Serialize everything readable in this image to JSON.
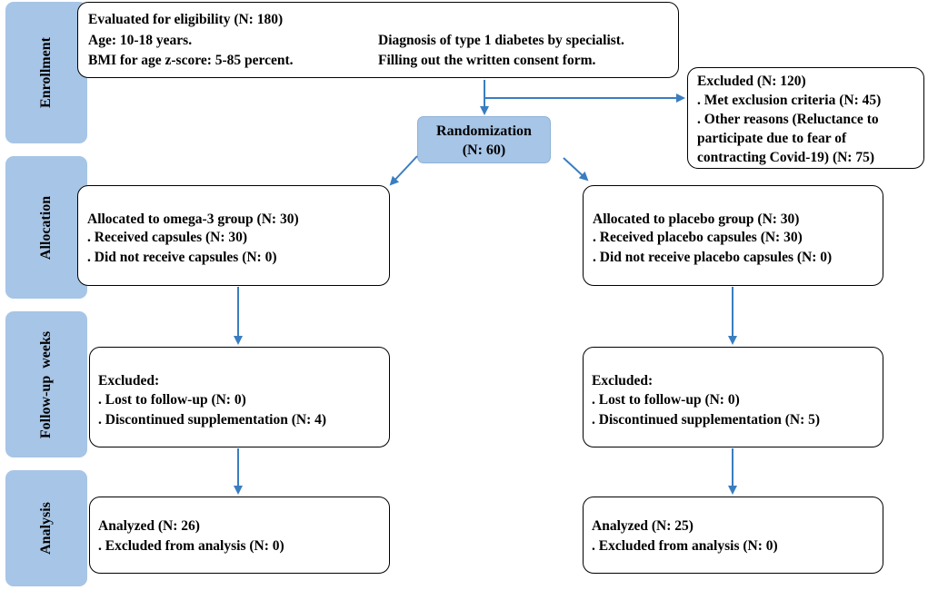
{
  "stages": {
    "enrollment": "Enrollment",
    "allocation": "Allocation",
    "followup": "Follow-up  weeks",
    "analysis": "Analysis"
  },
  "enrollment_box": {
    "line1": "Evaluated for eligibility (N: 180)",
    "age": "Age: 10-18 years.",
    "diagnosis": "Diagnosis of type 1 diabetes by specialist.",
    "bmi": "BMI for age z-score: 5-85 percent.",
    "consent": "Filling out the written consent form."
  },
  "excluded_box": {
    "title": "Excluded (N: 120)",
    "line1": ". Met exclusion criteria (N: 45)",
    "line2": ". Other reasons (Reluctance to",
    "line3": "participate due to fear of",
    "line4": "contracting Covid-19) (N: 75)"
  },
  "randomization": {
    "title": "Randomization",
    "count": "(N: 60)"
  },
  "left": {
    "alloc_title": "Allocated to omega-3 group (N: 30)",
    "alloc_line1": ". Received capsules (N: 30)",
    "alloc_line2": ". Did not receive  capsules (N: 0)",
    "fu_title": "Excluded:",
    "fu_line1": ". Lost to follow-up (N: 0)",
    "fu_line2": ". Discontinued supplementation (N: 4)",
    "an_title": "Analyzed (N: 26)",
    "an_line1": ". Excluded from analysis (N: 0)"
  },
  "right": {
    "alloc_title": "Allocated to placebo group (N: 30)",
    "alloc_line1": ". Received placebo capsules (N: 30)",
    "alloc_line2": ". Did not receive placebo capsules (N: 0)",
    "fu_title": "Excluded:",
    "fu_line1": ". Lost to follow-up (N: 0)",
    "fu_line2": ". Discontinued supplementation (N: 5)",
    "an_title": "Analyzed (N: 25)",
    "an_line1": ". Excluded from analysis (N: 0)"
  },
  "colors": {
    "stage_fill": "#a7c5e6",
    "arrow": "#3a7dc0"
  }
}
